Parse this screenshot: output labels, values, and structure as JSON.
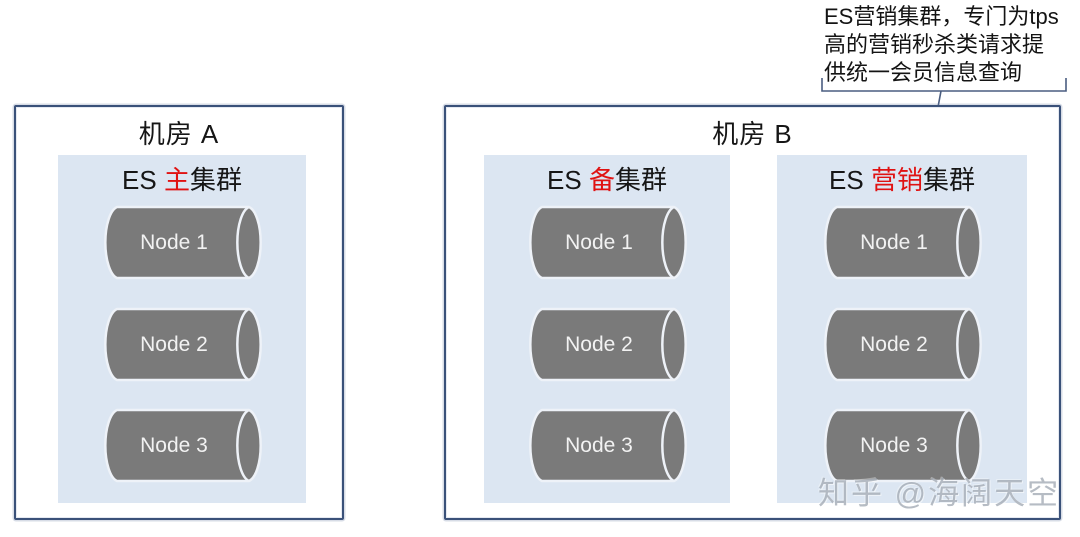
{
  "annotation": {
    "full_text": "ES营销集群，专门为tps高的营销秒杀类请求提供统一会员信息查询",
    "lines": [
      "ES营销集群，专门为tps",
      "高的营销秒杀类请求提",
      "供统一会员信息查询"
    ]
  },
  "rooms": [
    {
      "title": "机房 A",
      "clusters": [
        {
          "title_prefix": "ES ",
          "title_highlight": "主",
          "title_suffix": "集群",
          "nodes": [
            "Node 1",
            "Node 2",
            "Node 3"
          ]
        }
      ]
    },
    {
      "title": "机房 B",
      "clusters": [
        {
          "title_prefix": "ES ",
          "title_highlight": "备",
          "title_suffix": "集群",
          "nodes": [
            "Node 1",
            "Node 2",
            "Node 3"
          ]
        },
        {
          "title_prefix": "ES ",
          "title_highlight": "营销",
          "title_suffix": "集群",
          "nodes": [
            "Node 1",
            "Node 2",
            "Node 3"
          ]
        }
      ]
    }
  ],
  "watermark": "知乎 @海阔天空",
  "colors": {
    "room_border": "#3a5179",
    "cluster_background": "#dce6f2",
    "node_fill": "#7a7a7a",
    "node_stroke": "#eef2f8",
    "node_text": "#f2f2f2",
    "highlight_red": "#e01212",
    "connector_line": "#4a5d80",
    "watermark_gray": "#9ea6b0"
  }
}
